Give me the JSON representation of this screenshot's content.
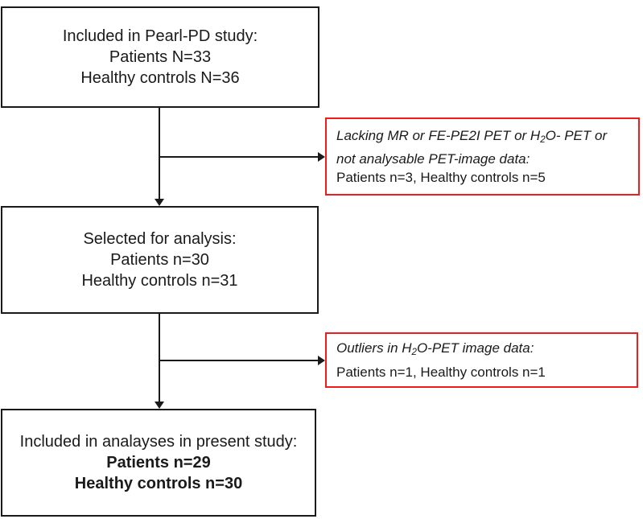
{
  "colors": {
    "exclusion_border_red": "#ee1c1c",
    "box_border_black": "#1a1a1a",
    "text": "#1a1a1a"
  },
  "flow": {
    "box_included": {
      "line1": "Included in Pearl-PD study:",
      "line2": "Patients N=33",
      "line3": "Healthy controls N=36"
    },
    "box_selected": {
      "line1": "Selected for analysis:",
      "line2": "Patients n=30",
      "line3": "Healthy controls n=31"
    },
    "box_analysed": {
      "line1": "Included in analayses in present study:",
      "line2": "Patients n=29",
      "line3": "Healthy controls n=30"
    }
  },
  "exclusions": {
    "lacking": {
      "reason_pre_sub": "Lacking MR or FE-PE2I PET or H",
      "reason_sub": "2",
      "reason_post_sub": "O- PET or",
      "reason_line2": "not analysable PET-image data:",
      "counts": "Patients n=3, Healthy controls n=5"
    },
    "outliers": {
      "reason_pre_sub": "Outliers in H",
      "reason_sub": "2",
      "reason_post_sub": "O-PET image data:",
      "counts": "Patients n=1, Healthy controls n=1"
    }
  }
}
